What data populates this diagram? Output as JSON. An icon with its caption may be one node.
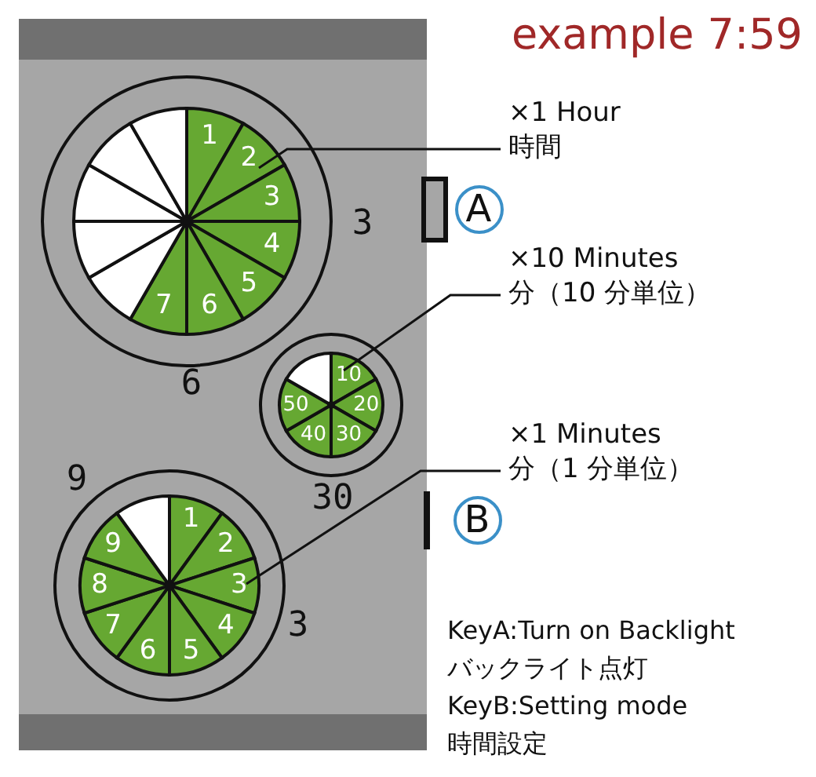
{
  "diagram": {
    "title": "example 7:59",
    "nodes": [
      {
        "text": [
          "1",
          "2",
          "3",
          "4",
          "5",
          "6",
          "7"
        ],
        "beside": [
          "3",
          "6"
        ]
      },
      {
        "text": [
          "10",
          "20",
          "30",
          "40",
          "50"
        ],
        "beside": [
          "30"
        ]
      },
      {
        "text": [
          "1",
          "2",
          "3",
          "4",
          "5",
          "6",
          "7",
          "8",
          "9"
        ],
        "beside": [
          "9",
          "3"
        ]
      },
      {
        "text": [
          "×1 Hour",
          "時間"
        ]
      },
      {
        "text": [
          "×10 Minutes",
          "分（10 分単位）"
        ]
      },
      {
        "text": [
          "×1 Minutes",
          "分（1 分単位）"
        ]
      },
      {
        "text": [
          "A"
        ]
      },
      {
        "text": [
          "B"
        ]
      }
    ],
    "edges": [
      {
        "from": 3,
        "to": 0,
        "arrow": "none"
      },
      {
        "from": 4,
        "to": 1,
        "arrow": "none"
      },
      {
        "from": 5,
        "to": 2,
        "arrow": "none"
      }
    ],
    "labels": [
      "KeyA:Turn on Backlight",
      "バックライト点灯",
      "KeyB:Setting mode",
      "時間設定"
    ]
  }
}
